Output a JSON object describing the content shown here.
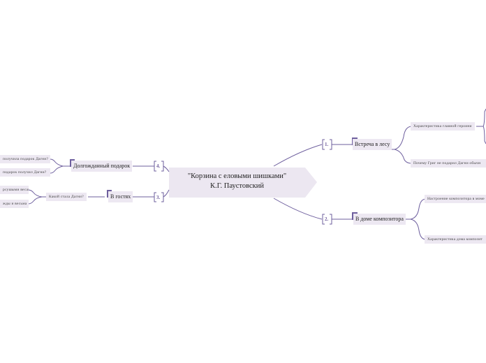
{
  "central": {
    "title_line1": "\"Корзина с еловыми шишками\"",
    "title_line2": "К.Г. Паустовский"
  },
  "branches": [
    {
      "number": "1.",
      "label": "Встреча в лесу",
      "children": [
        "Характеристика главной героини",
        "Почему Григ не подарил Дагни обычн"
      ]
    },
    {
      "number": "2.",
      "label": "В доме композитора",
      "children": [
        "Настроение композитора в моме",
        "Характеристика дома композит"
      ]
    },
    {
      "number": "3.",
      "label": "В гостях",
      "children": [
        "Какой стала Дагни?"
      ],
      "grandchildren": [
        "рсушыми весами",
        "жды и весьма"
      ]
    },
    {
      "number": "4.",
      "label": "Долгожданный подарок",
      "children": [
        "получила подарок Дагни?",
        "подарок получил Дагни?"
      ]
    }
  ],
  "colors": {
    "line": "#6e5f9e",
    "node_fill": "#ede8f2",
    "central_fill": "#ece7f1"
  }
}
